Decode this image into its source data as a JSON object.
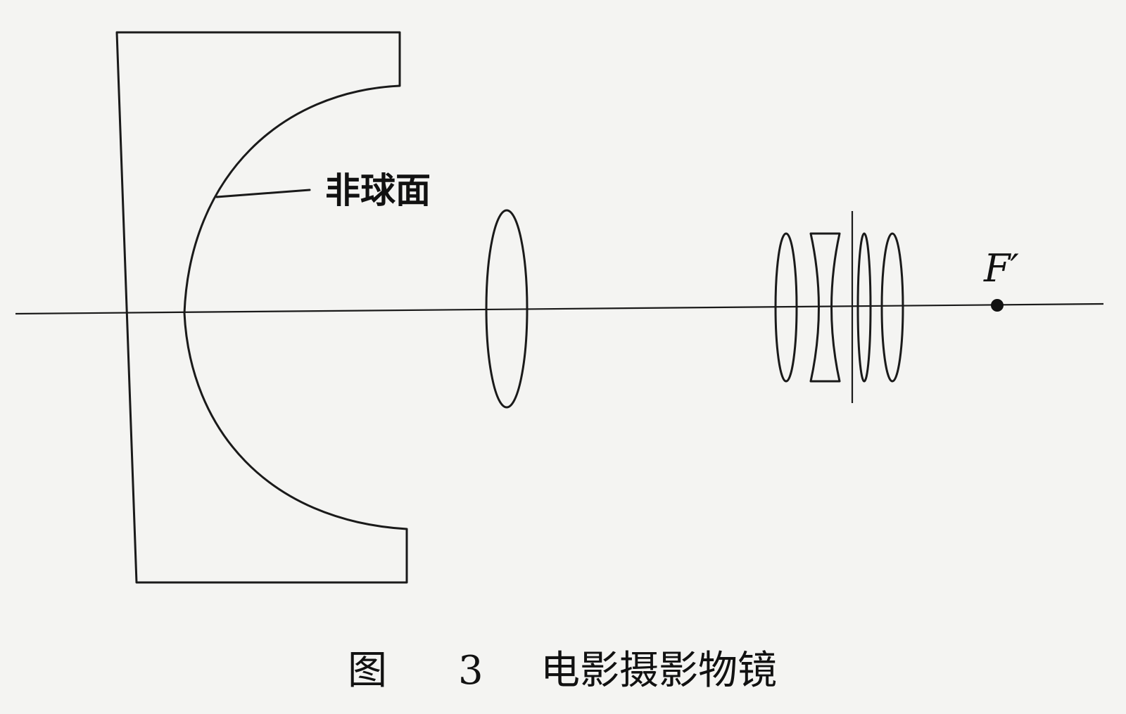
{
  "figure": {
    "aspheric_label": "非球面",
    "focal_point_label": "F′",
    "caption": {
      "prefix": "图",
      "number": "3",
      "title": "电影摄影物镜"
    }
  },
  "colors": {
    "background": "#f4f4f2",
    "ink": "#1a1a1a"
  }
}
